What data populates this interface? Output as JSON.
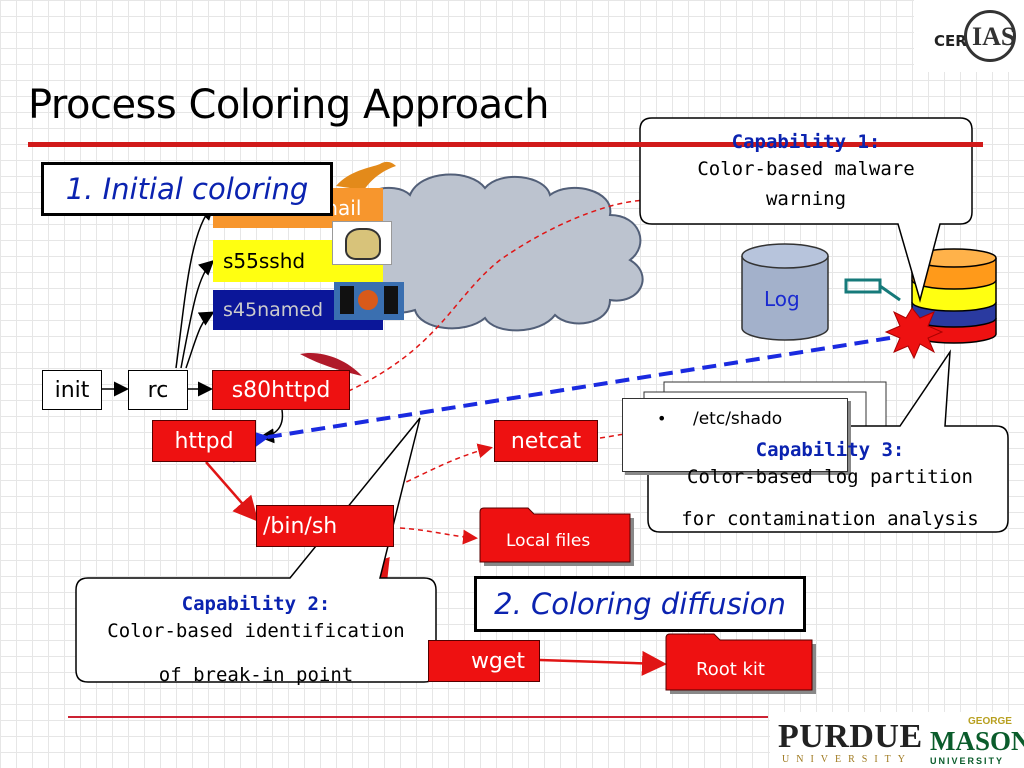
{
  "title": "Process Coloring Approach",
  "logos": {
    "cerias_left": "CER",
    "cerias_right": "IAS",
    "purdue": "PURDUE",
    "purdue_sub": "UNIVERSITY",
    "mason_top": "GEORGE",
    "mason": "MASON",
    "mason_sub": "UNIVERSITY"
  },
  "labels": {
    "initial_coloring": "1. Initial coloring",
    "coloring_diffusion": "2. Coloring diffusion"
  },
  "processes": {
    "init": "init",
    "rc": "rc",
    "sendmail": "s55sendmail",
    "sshd": "s55sshd",
    "named": "s45named",
    "s80httpd": "s80httpd",
    "httpd": "httpd",
    "netcat": "netcat",
    "binsh": "/bin/sh",
    "wget": "wget"
  },
  "resources": {
    "local_files": "Local files",
    "root_kit": "Root kit",
    "log": "Log",
    "etc_shadow": "/etc/shado"
  },
  "callouts": {
    "cap1_title": "Capability 1:",
    "cap1_line1": "Color-based malware",
    "cap1_line2": "warning",
    "cap2_title": "Capability 2:",
    "cap2_line1": "Color-based identification",
    "cap2_line2": "of break-in point",
    "cap3_title": "Capability 3:",
    "cap3_line1": "Color-based log partition",
    "cap3_line2": "for contamination analysis"
  },
  "colors": {
    "accent_red": "#ee1111",
    "accent_blue": "#0b23b0",
    "orange": "#f7962d",
    "yellow": "#ffff11",
    "navy": "#0b1699"
  }
}
